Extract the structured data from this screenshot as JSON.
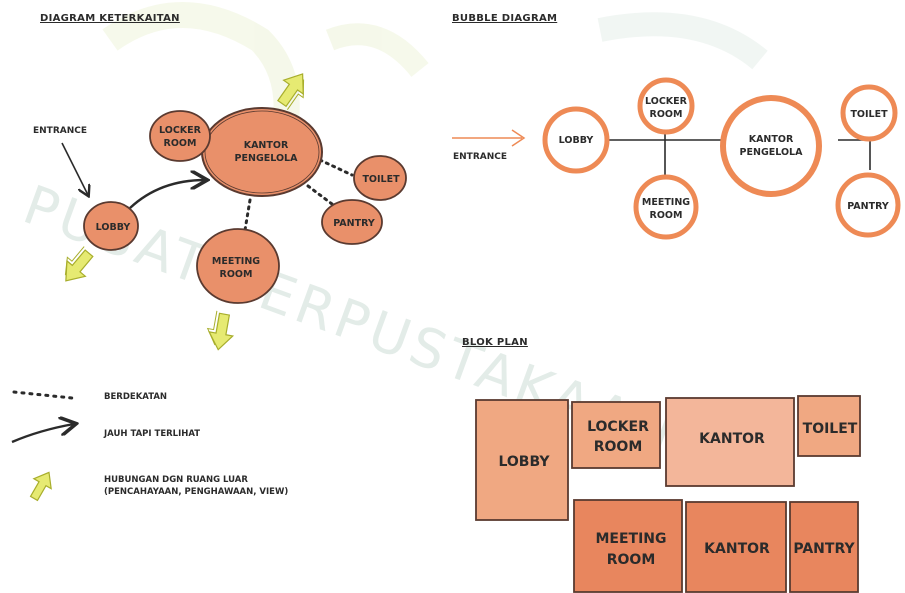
{
  "watermark": "PUSAT PERPUSTAKAAN",
  "titles": {
    "diagram": "DIAGRAM KETERKAITAN",
    "bubble": "BUBBLE DIAGRAM",
    "blok": "BLOK PLAN"
  },
  "relation_diagram": {
    "entrance": "ENTRANCE",
    "lobby": "LOBBY",
    "locker": [
      "LOCKER",
      "ROOM"
    ],
    "kantor": [
      "KANTOR",
      "PENGELOLA"
    ],
    "toilet": "TOILET",
    "pantry": "PANTRY",
    "meeting": [
      "MEETING",
      "ROOM"
    ]
  },
  "bubble_diagram": {
    "entrance": "ENTRANCE",
    "lobby": "LOBBY",
    "locker": [
      "LOCKER",
      "ROOM"
    ],
    "meeting": [
      "MEETING",
      "ROOM"
    ],
    "kantor": [
      "KANTOR",
      "PENGELOLA"
    ],
    "toilet": "TOILET",
    "pantry": "PANTRY"
  },
  "blok_plan": {
    "lobby": "LOBBY",
    "locker": [
      "LOCKER",
      "ROOM"
    ],
    "kantor_top": "KANTOR",
    "toilet": "TOILET",
    "meeting": [
      "MEETING",
      "ROOM"
    ],
    "kantor_bottom": "KANTOR",
    "pantry": "PANTRY"
  },
  "legend": {
    "near": "BERDEKATAN",
    "far": "JAUH TAPI TERLIHAT",
    "outside_1": "HUBUNGAN DGN RUANG LUAR",
    "outside_2": "(PENCAHAYAAN, PENGHAWAAN, VIEW)"
  },
  "colors": {
    "fill": "#e9906a",
    "fill_light": "#f3b69a",
    "stroke": "#5a3a30",
    "ring": "#ee8a55",
    "arrow_green": "#e6ea72",
    "watermark": "#e8f0ec"
  }
}
